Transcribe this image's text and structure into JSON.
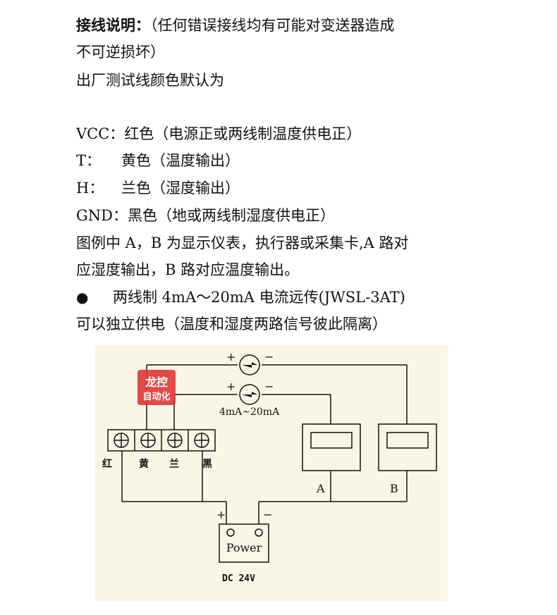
{
  "intro": {
    "title": "接线说明：",
    "warning_line1": "（任何错误接线均有可能对变送器造成",
    "warning_line2": "不可逆损坏）",
    "factory_note": "出厂测试线颜色默认为"
  },
  "wires": [
    {
      "label": "VCC：",
      "desc": "红色（电源正或两线制温度供电正）"
    },
    {
      "label": "T：",
      "desc": "黄色（温度输出）"
    },
    {
      "label": "H：",
      "desc": "兰色（湿度输出）"
    },
    {
      "label": "GND：",
      "desc": "黑色（地或两线制湿度供电正）"
    }
  ],
  "legend_line1": "图例中 A，B 为显示仪表，执行器或采集卡,A 路对",
  "legend_line2": "应湿度输出，B 路对应温度输出。",
  "bullet": {
    "symbol": "●",
    "text": "两线制 4mA～20mA 电流远传(JWSL-3AT)"
  },
  "isolation_note": "可以独立供电（温度和湿度两路信号彼此隔离）",
  "diagram": {
    "logo_line1": "龙控",
    "logo_line2": "自动化",
    "current_label": "4mA~20mA",
    "plus": "+",
    "minus": "−",
    "terminal_labels": [
      "红",
      "黄",
      "兰",
      "黑"
    ],
    "meter_a": "A",
    "meter_b": "B",
    "power_label": "Power",
    "supply_label": "DC 24V",
    "colors": {
      "background": "#faf6e6",
      "logo_red": "#e0393a",
      "line": "#111111"
    }
  }
}
